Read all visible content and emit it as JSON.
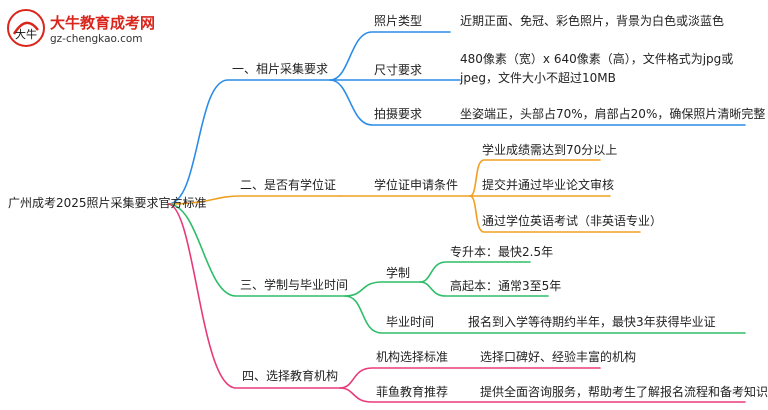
{
  "logo": {
    "title": "大牛教育成考网",
    "url": "gz-chengkao.com",
    "mark_text": "大牛"
  },
  "root": "广州成考2025照片采集要求官方标准",
  "branches": [
    {
      "label": "一、相片采集要求",
      "color": "#2b8ce6",
      "children": [
        {
          "label": "照片类型",
          "detail": "近期正面、免冠、彩色照片，背景为白色或淡蓝色"
        },
        {
          "label": "尺寸要求",
          "detail": "480像素（宽）x 640像素（高），文件格式为jpg或jpeg，文件大小不超过10MB"
        },
        {
          "label": "拍摄要求",
          "detail": "坐姿端正，头部占70%，肩部占20%，确保照片清晰完整"
        }
      ]
    },
    {
      "label": "二、是否有学位证",
      "color": "#f0a020",
      "children": [
        {
          "label": "学位证申请条件",
          "items": [
            "学业成绩需达到70分以上",
            "提交并通过毕业论文审核",
            "通过学位英语考试（非英语专业）"
          ]
        }
      ]
    },
    {
      "label": "三、学制与毕业时间",
      "color": "#2ebd68",
      "children": [
        {
          "label": "学制",
          "items": [
            "专升本：最快2.5年",
            "高起本：通常3至5年"
          ]
        },
        {
          "label": "毕业时间",
          "detail": "报名到入学等待期约半年，最快3年获得毕业证"
        }
      ]
    },
    {
      "label": "四、选择教育机构",
      "color": "#e83a7a",
      "children": [
        {
          "label": "机构选择标准",
          "detail": "选择口碑好、经验丰富的机构"
        },
        {
          "label": "菲鱼教育推荐",
          "detail": "提供全面咨询服务，帮助考生了解报名流程和备考知识"
        }
      ]
    }
  ]
}
